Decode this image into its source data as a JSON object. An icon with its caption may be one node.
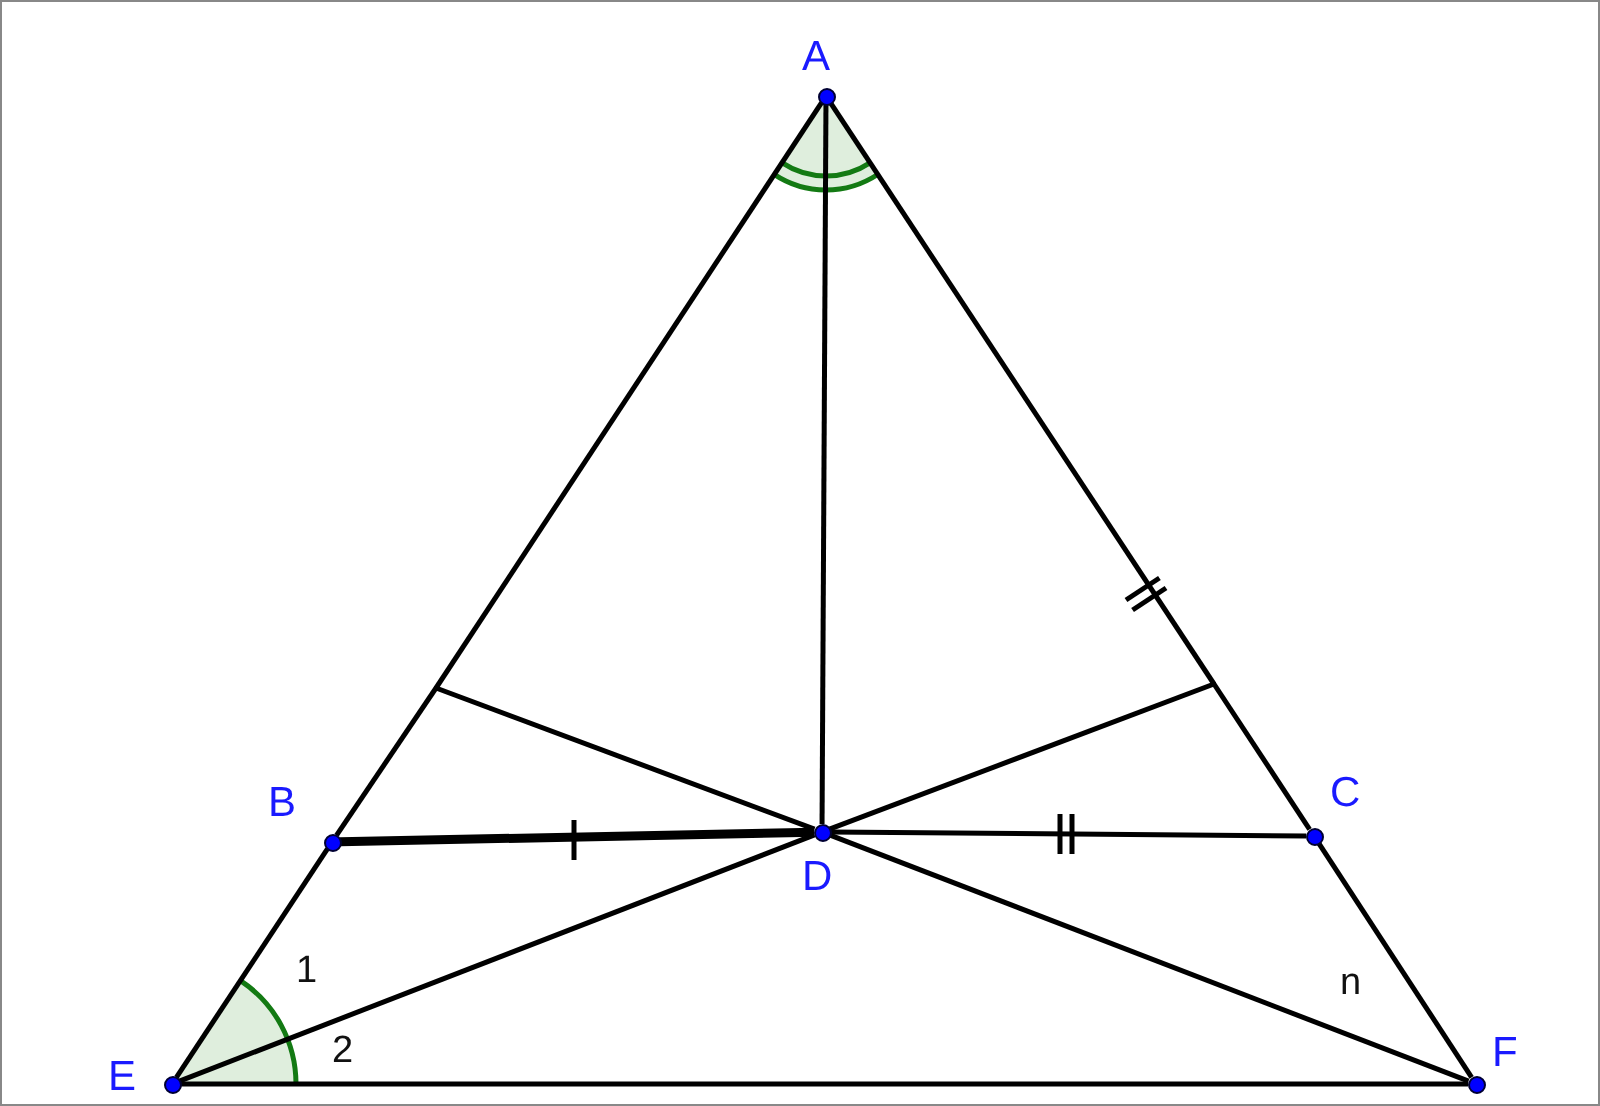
{
  "diagram": {
    "nodes": [
      {
        "text": [
          "A"
        ]
      },
      {
        "text": [
          "B"
        ]
      },
      {
        "text": [
          "C"
        ]
      },
      {
        "text": [
          "D"
        ]
      },
      {
        "text": [
          "E"
        ]
      },
      {
        "text": [
          "F"
        ]
      },
      {
        "text": [],
        "shape": "point"
      },
      {
        "text": [],
        "shape": "point"
      }
    ],
    "edges": [
      {
        "from": 0,
        "to": 6,
        "arrow": "none"
      },
      {
        "from": 6,
        "to": 1,
        "arrow": "none"
      },
      {
        "from": 1,
        "to": 4,
        "arrow": "none"
      },
      {
        "from": 0,
        "to": 7,
        "arrow": "none"
      },
      {
        "from": 7,
        "to": 2,
        "arrow": "none"
      },
      {
        "from": 2,
        "to": 5,
        "arrow": "none"
      },
      {
        "from": 4,
        "to": 5,
        "arrow": "none"
      },
      {
        "from": 0,
        "to": 3,
        "arrow": "none"
      },
      {
        "from": 1,
        "to": 3,
        "arrow": "none",
        "style": "thick"
      },
      {
        "from": 3,
        "to": 2,
        "arrow": "none"
      },
      {
        "from": 4,
        "to": 3,
        "arrow": "none"
      },
      {
        "from": 3,
        "to": 7,
        "arrow": "none"
      },
      {
        "from": 5,
        "to": 3,
        "arrow": "none"
      },
      {
        "from": 3,
        "to": 6,
        "arrow": "none"
      }
    ],
    "labels": [
      "1",
      "2",
      "n"
    ]
  }
}
